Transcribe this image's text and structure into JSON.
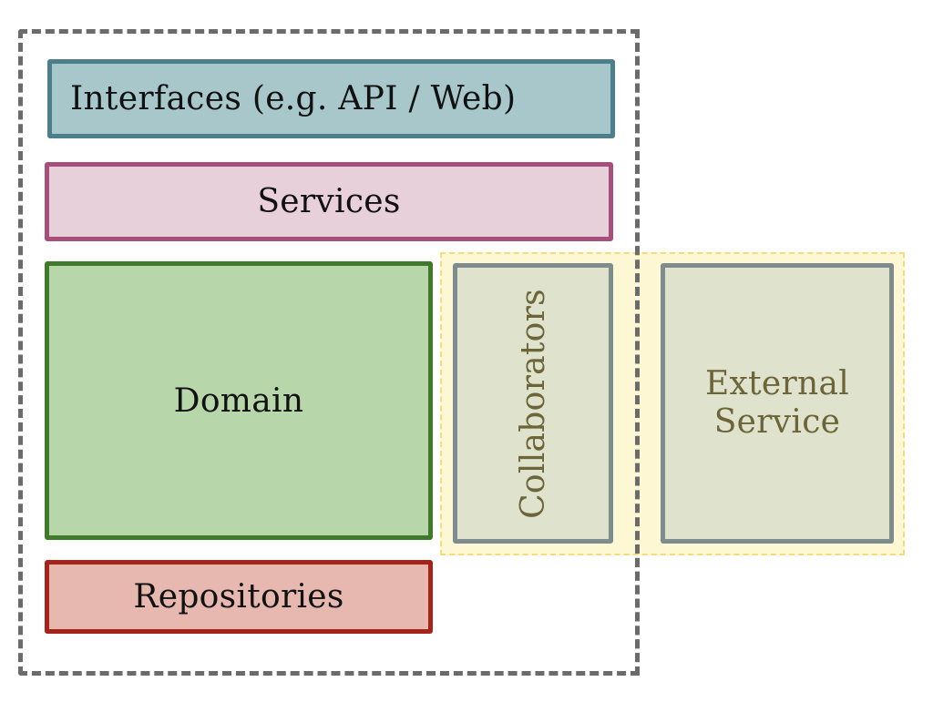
{
  "diagram": {
    "interfaces": {
      "label": "Interfaces (e.g. API / Web)"
    },
    "services": {
      "label": "Services"
    },
    "domain": {
      "label": "Domain"
    },
    "repositories": {
      "label": "Repositories"
    },
    "collaborators": {
      "label": "Collaborators"
    },
    "external_service": {
      "line1": "External",
      "line2": "Service"
    }
  },
  "colors": {
    "interfaces_fill": "#a7c7cb",
    "interfaces_border": "#4a7f8b",
    "services_fill": "#e8d0db",
    "services_border": "#a54f7a",
    "domain_fill": "#b7d6aa",
    "domain_border": "#3f7a2a",
    "repositories_fill": "#e6b8af",
    "repositories_border": "#a6231a",
    "collaborator_fill": "#dfe2cd",
    "collaborator_border": "#7f8c8d",
    "collaboration_zone_fill": "#fdf7d4",
    "boundary_stroke": "#6b6b6b"
  }
}
